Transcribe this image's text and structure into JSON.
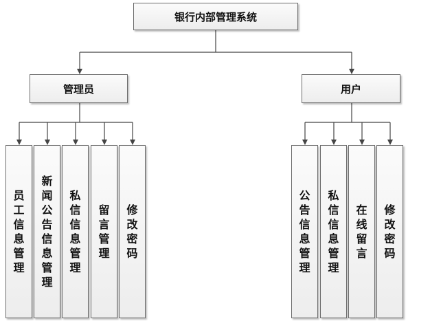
{
  "root": {
    "label": "银行内部管理系统"
  },
  "admin": {
    "label": "管理员",
    "children": [
      "员工信息管理",
      "新闻公告信息管理",
      "私信信息管理",
      "留言管理",
      "修改密码"
    ]
  },
  "user": {
    "label": "用户",
    "children": [
      "公告信息管理",
      "私信信息管理",
      "在线留言",
      "修改密码"
    ]
  }
}
